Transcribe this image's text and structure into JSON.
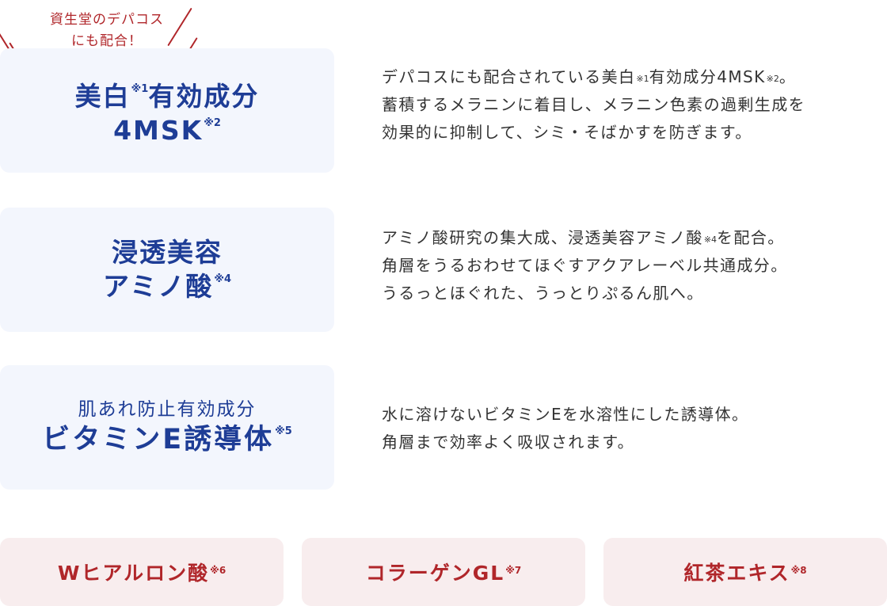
{
  "badge": {
    "line1": "資生堂のデパコス",
    "line2": "にも配合！"
  },
  "ingredients": [
    {
      "title_sub": "",
      "title_lines": [
        {
          "text": "美白",
          "sup": "※1",
          "tail": "有効成分"
        },
        {
          "text": "4MSK",
          "sup": "※2",
          "tail": ""
        }
      ],
      "desc_lines": [
        {
          "text": "デパコスにも配合されている美白",
          "sup": "※1",
          "tail": "有効成分4MSK",
          "sup2": "※2",
          "tail2": "。"
        },
        {
          "text": "蓄積するメラニンに着目し、メラニン色素の過剰生成を",
          "sup": "",
          "tail": "",
          "sup2": "",
          "tail2": ""
        },
        {
          "text": "効果的に抑制して、シミ・そばかすを防ぎます。",
          "sup": "",
          "tail": "",
          "sup2": "",
          "tail2": ""
        }
      ]
    },
    {
      "title_sub": "",
      "title_lines": [
        {
          "text": "浸透美容",
          "sup": "",
          "tail": ""
        },
        {
          "text": "アミノ酸",
          "sup": "※4",
          "tail": ""
        }
      ],
      "desc_lines": [
        {
          "text": "アミノ酸研究の集大成、浸透美容アミノ酸",
          "sup": "※4",
          "tail": "を配合。",
          "sup2": "",
          "tail2": ""
        },
        {
          "text": "角層をうるおわせてほぐすアクアレーベル共通成分。",
          "sup": "",
          "tail": "",
          "sup2": "",
          "tail2": ""
        },
        {
          "text": "うるっとほぐれた、うっとりぷるん肌へ。",
          "sup": "",
          "tail": "",
          "sup2": "",
          "tail2": ""
        }
      ]
    },
    {
      "title_sub": "肌あれ防止有効成分",
      "title_lines": [
        {
          "text": "ビタミンE誘導体",
          "sup": "※5",
          "tail": ""
        }
      ],
      "desc_lines": [
        {
          "text": "水に溶けないビタミンEを水溶性にした誘導体。",
          "sup": "",
          "tail": "",
          "sup2": "",
          "tail2": ""
        },
        {
          "text": "角層まで効率よく吸収されます。",
          "sup": "",
          "tail": "",
          "sup2": "",
          "tail2": ""
        }
      ]
    }
  ],
  "chips": [
    {
      "label": "Wヒアルロン酸",
      "sup": "※6"
    },
    {
      "label": "コラーゲンGL",
      "sup": "※7"
    },
    {
      "label": "紅茶エキス",
      "sup": "※8"
    }
  ],
  "colors": {
    "navy": "#1e3d96",
    "red": "#b0262a",
    "box_bg": "#f3f6fd",
    "chip_bg": "#f8edee",
    "text": "#333333"
  }
}
